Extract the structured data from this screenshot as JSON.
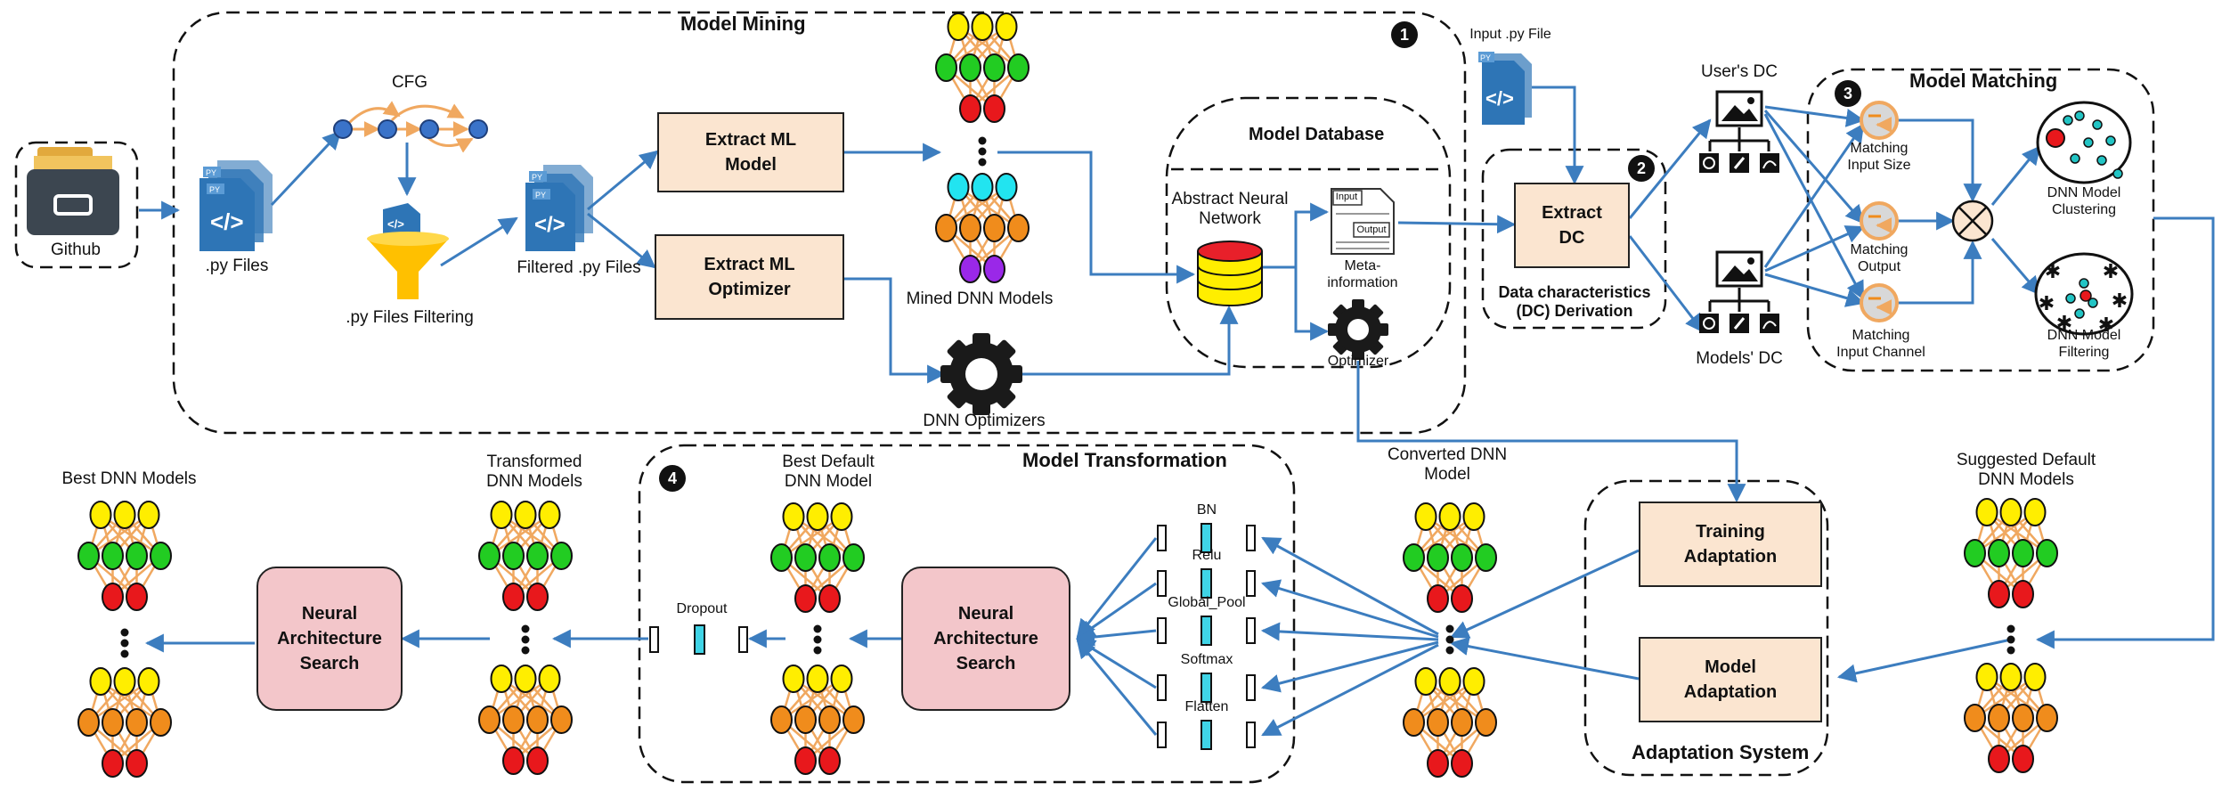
{
  "groups": {
    "model_mining": "Model Mining",
    "model_database": "Model Database",
    "model_matching": "Model Matching",
    "model_transformation": "Model Transformation",
    "adaptation_system": "Adaptation System",
    "dc_derivation": "Data characteristics\n(DC) Derivation"
  },
  "badges": {
    "one": "1",
    "two": "2",
    "three": "3",
    "four": "4"
  },
  "labels": {
    "github": "Github",
    "py_files": ".py Files",
    "cfg": "CFG",
    "py_files_filtering": ".py Files Filtering",
    "filtered_py_files": "Filtered .py Files",
    "mined_dnn_models": "Mined DNN Models",
    "dnn_optimizers": "DNN Optimizers",
    "abstract_neural_network": "Abstract Neural\nNetwork",
    "meta_information": "Meta-\ninformation",
    "optimizer": "Optimizer",
    "input_py_file": "Input .py File",
    "users_dc": "User's DC",
    "models_dc": "Models' DC",
    "matching_input_size": "Matching\nInput Size",
    "matching_output": "Matching\nOutput",
    "matching_input_channel": "Matching\nInput Channel",
    "dnn_model_clustering": "DNN Model\nClustering",
    "dnn_model_filtering": "DNN Model\nFiltering",
    "suggested_default_dnn_models": "Suggested Default\nDNN Models",
    "converted_dnn_model": "Converted DNN\nModel",
    "best_default_dnn_model": "Best Default\nDNN Model",
    "transformed_dnn_models": "Transformed\nDNN Models",
    "best_dnn_models": "Best DNN Models",
    "dropout": "Dropout",
    "doc_input": "Input",
    "doc_output": "Output"
  },
  "boxes": {
    "extract_ml_model": "Extract ML\nModel",
    "extract_ml_optimizer": "Extract ML\nOptimizer",
    "extract_dc": "Extract\nDC",
    "training_adaptation": "Training\nAdaptation",
    "model_adaptation": "Model\nAdaptation",
    "nas_inner": "Neural\nArchitecture\nSearch",
    "nas_outer": "Neural\nArchitecture\nSearch"
  },
  "layers": [
    "BN",
    "Relu",
    "Global_Pool",
    "Softmax",
    "Flatten"
  ],
  "colors": {
    "arrow": "#3c7dbf",
    "nn_edge": "#f0a860",
    "peach_box": "#fbe5d0",
    "pink_box": "#f3c6ca",
    "file_icon": "#2e75b6",
    "yellow_node": "#ffee00",
    "green_node": "#22cc22",
    "red_node": "#e8181c",
    "orange_node": "#f08c1c",
    "cyan_node": "#22e4f0",
    "purple_node": "#9a28e8",
    "layer_cyan": "#3fd4e6"
  },
  "icons": [
    "folder-icon",
    "python-file-icon",
    "graph-icon",
    "funnel-icon",
    "gear-icon",
    "database-icon",
    "document-icon",
    "image-tree-icon",
    "matching-icon",
    "multiply-icon",
    "cluster-icon",
    "neural-net-icon"
  ]
}
